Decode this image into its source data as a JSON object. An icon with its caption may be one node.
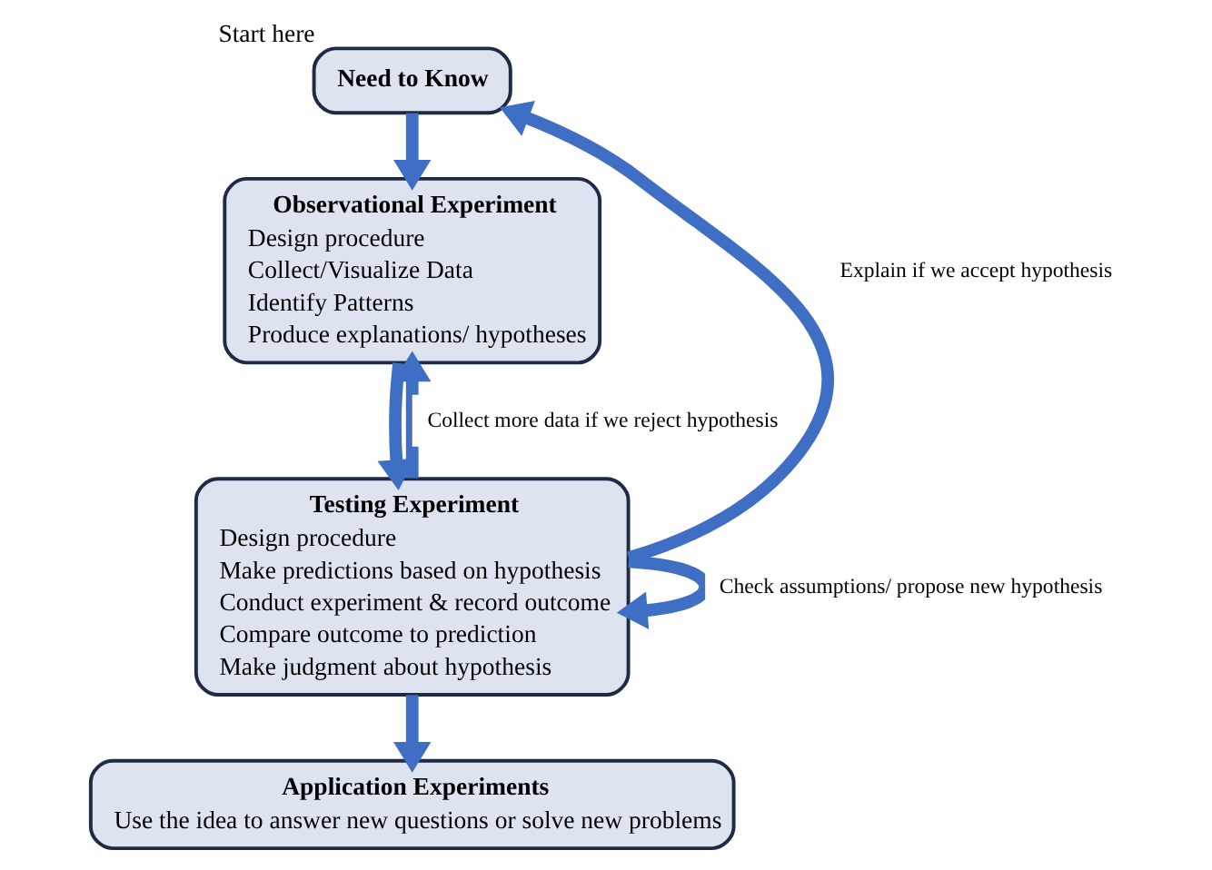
{
  "diagram": {
    "nodes": [
      {
        "text": [
          "Need to Know"
        ],
        "beside": [
          "Start here"
        ]
      },
      {
        "text": [
          "Observational Experiment",
          "Design procedure",
          "Collect/Visualize Data",
          "Identify Patterns",
          "Produce explanations/ hypotheses"
        ]
      },
      {
        "text": [
          "Testing Experiment",
          "Design procedure",
          "Make predictions based on hypothesis",
          "Conduct experiment & record outcome",
          "Compare outcome to prediction",
          "Make judgment about hypothesis"
        ]
      },
      {
        "text": [
          "Application Experiments",
          "Use the idea to answer new questions or solve new problems"
        ]
      }
    ],
    "edges": [
      {
        "from": 0,
        "to": 1,
        "arrow": "to"
      },
      {
        "from": 1,
        "to": 2,
        "arrow": "to"
      },
      {
        "from": 2,
        "to": 1,
        "arrow": "to",
        "label": "Collect more data if we reject hypothesis"
      },
      {
        "from": 2,
        "to": 0,
        "arrow": "to",
        "label": "Explain if we accept hypothesis"
      },
      {
        "from": 2,
        "to": 2,
        "arrow": "to",
        "label": "Check assumptions/ propose new hypothesis"
      },
      {
        "from": 2,
        "to": 3,
        "arrow": "to"
      }
    ]
  }
}
